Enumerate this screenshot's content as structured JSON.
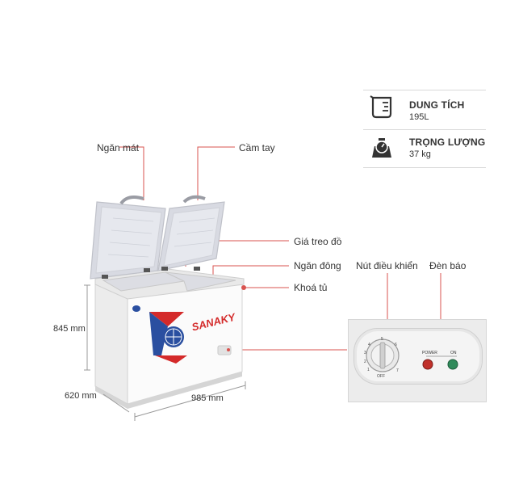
{
  "specs": {
    "capacity": {
      "title": "DUNG TÍCH",
      "value": "195L",
      "icon": "measuring-cup-icon"
    },
    "weight": {
      "title": "TRỌNG LƯỢNG",
      "value": "37 kg",
      "icon": "scale-icon"
    }
  },
  "callouts": {
    "cool_compartment": "Ngăn mát",
    "handle": "Cầm tay",
    "hanging_rack": "Giá treo đồ",
    "freezer_compartment": "Ngăn đông",
    "lock": "Khoá tủ",
    "control_knob": "Nút điều khiển",
    "indicator_light": "Đèn báo"
  },
  "dimensions": {
    "height": "845 mm",
    "depth": "620 mm",
    "width": "985 mm"
  },
  "product": {
    "brand": "SANAKY"
  },
  "control_panel": {
    "knob_numbers": [
      "1",
      "2",
      "3",
      "4",
      "5",
      "6",
      "7"
    ],
    "off_label": "OFF",
    "power_label": "POWER",
    "on_label": "ON"
  },
  "colors": {
    "callout_line": "#d9534f",
    "brand_red": "#d42a2a",
    "brand_blue": "#2a4fa0",
    "power_lamp": "#c0302a",
    "on_lamp": "#2f8a5a"
  }
}
